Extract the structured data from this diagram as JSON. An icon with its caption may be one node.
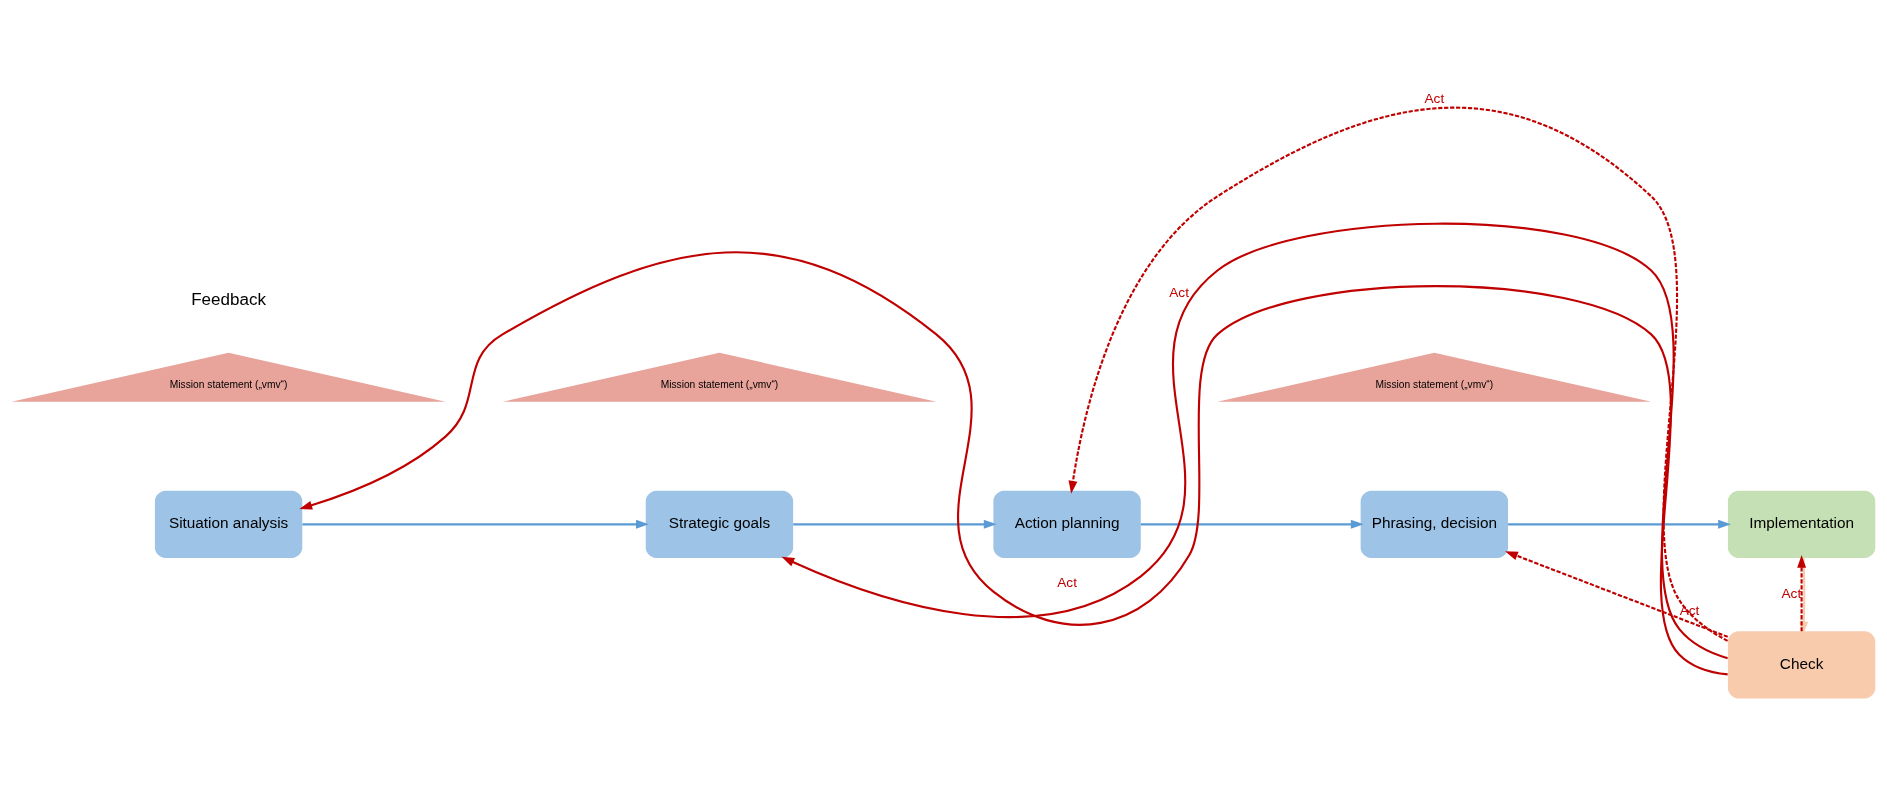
{
  "diagram": {
    "nodes": [
      {
        "text": [
          "Mission statement („vmv“)"
        ]
      },
      {
        "text": [
          "Situation analysis"
        ]
      },
      {
        "text": [
          "Mission statement („vmv“)"
        ]
      },
      {
        "text": [
          "Strategic goals"
        ]
      },
      {
        "text": [
          "Action planning"
        ]
      },
      {
        "text": [
          "Mission statement („vmv“)"
        ]
      },
      {
        "text": [
          "Phrasing, decision"
        ]
      },
      {
        "text": [
          "Implementation"
        ]
      },
      {
        "text": [
          "Check"
        ]
      }
    ],
    "edges": [
      {
        "from": 1,
        "to": 3,
        "arrow": "to",
        "color": "#5b9bd5"
      },
      {
        "from": 3,
        "to": 4,
        "arrow": "to",
        "color": "#5b9bd5"
      },
      {
        "from": 4,
        "to": 6,
        "arrow": "to",
        "color": "#5b9bd5"
      },
      {
        "from": 6,
        "to": 7,
        "arrow": "to",
        "color": "#5b9bd5"
      },
      {
        "from": 7,
        "to": 8,
        "arrow": "to",
        "color": "#f8cbad"
      },
      {
        "from": 8,
        "to": 7,
        "arrow": "to",
        "label": "Act",
        "style": "dashed",
        "color": "#c00000"
      },
      {
        "from": 8,
        "to": 1,
        "arrow": "to",
        "label": "Act",
        "color": "#c00000"
      },
      {
        "from": 8,
        "to": 3,
        "arrow": "to",
        "label": "Act",
        "color": "#c00000"
      },
      {
        "from": 8,
        "to": 4,
        "arrow": "to",
        "label": "Act",
        "style": "dashed",
        "color": "#c00000"
      },
      {
        "from": 8,
        "to": 6,
        "arrow": "to",
        "label": "Act",
        "style": "dashed",
        "color": "#c00000"
      }
    ],
    "labels": [
      "Feedback"
    ]
  }
}
